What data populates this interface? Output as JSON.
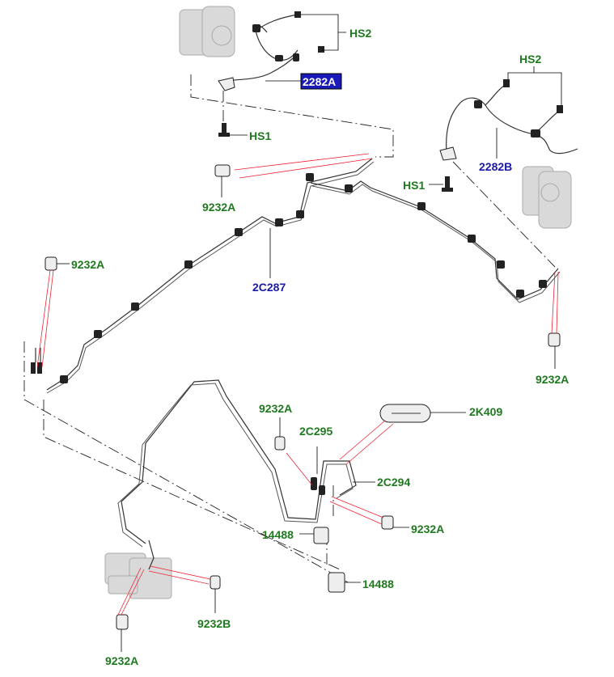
{
  "labels": {
    "hs2_top": "HS2",
    "p2282a": "2282A",
    "hs1_top": "HS1",
    "hs2_right": "HS2",
    "p2282b": "2282B",
    "hs1_right": "HS1",
    "p9232a_1": "9232A",
    "p9232a_2": "9232A",
    "p2c287": "2C287",
    "p9232a_3": "9232A",
    "p9232a_4": "9232A",
    "p2k409": "2K409",
    "p2c295": "2C295",
    "p2c294": "2C294",
    "p9232a_5": "9232A",
    "p14488_1": "14488",
    "p14488_2": "14488",
    "p9232b": "9232B",
    "p9232a_6": "9232A"
  },
  "colors": {
    "green_label": "#1f7a1f",
    "blue_label": "#1a1aa8",
    "selected_bg": "#1a1ab8",
    "red_leader": "#e23333"
  }
}
